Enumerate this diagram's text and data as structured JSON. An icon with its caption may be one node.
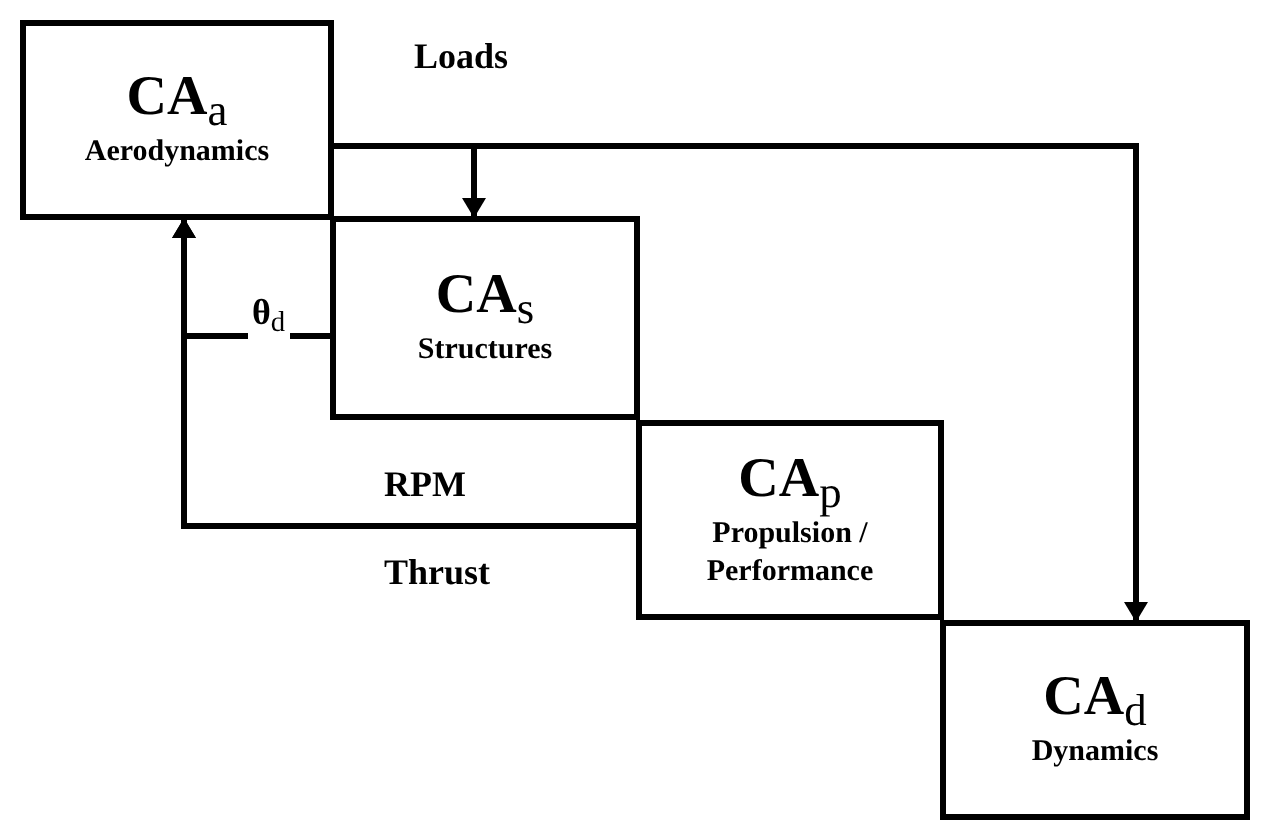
{
  "diagram": {
    "nodes": [
      {
        "text": [
          "CA$_{a}$",
          "Aerodynamics"
        ]
      },
      {
        "text": [
          "CA$_{s}$",
          "Structures"
        ]
      },
      {
        "text": [
          "CA$_{p}$",
          "Propulsion / Performance"
        ]
      },
      {
        "text": [
          "CA$_{d}$",
          "Dynamics"
        ]
      }
    ],
    "edges": [
      {
        "from": 0,
        "to": 1,
        "arrow": "to",
        "label": "Loads"
      },
      {
        "from": 0,
        "to": 3,
        "arrow": "to"
      },
      {
        "from": 1,
        "to": 0,
        "arrow": "to",
        "label": "θ$_{d}$"
      },
      {
        "from": 2,
        "to": 0,
        "arrow": "to",
        "label": "RPM"
      }
    ],
    "labels": [
      "Thrust"
    ]
  }
}
